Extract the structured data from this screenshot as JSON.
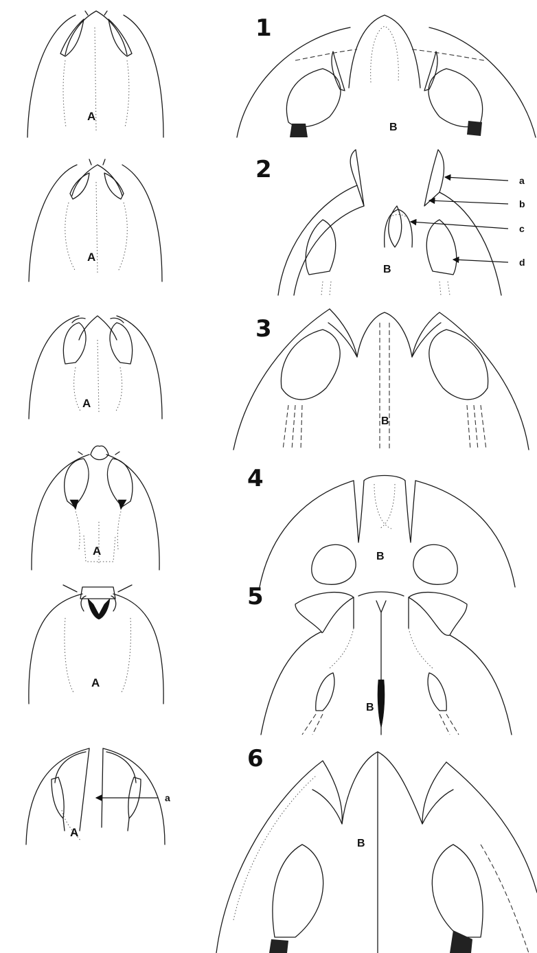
{
  "figure": {
    "rows": [
      {
        "number": "1",
        "left_label": "A",
        "right_label": "B"
      },
      {
        "number": "2",
        "left_label": "A",
        "right_label": "B"
      },
      {
        "number": "3",
        "left_label": "A",
        "right_label": "B"
      },
      {
        "number": "4",
        "left_label": "A",
        "right_label": "B"
      },
      {
        "number": "5",
        "left_label": "A",
        "right_label": "B"
      },
      {
        "number": "6",
        "left_label": "A",
        "right_label": "B"
      }
    ],
    "pointers_row2": [
      "a",
      "b",
      "c",
      "d"
    ],
    "pointer_row6": "a"
  }
}
